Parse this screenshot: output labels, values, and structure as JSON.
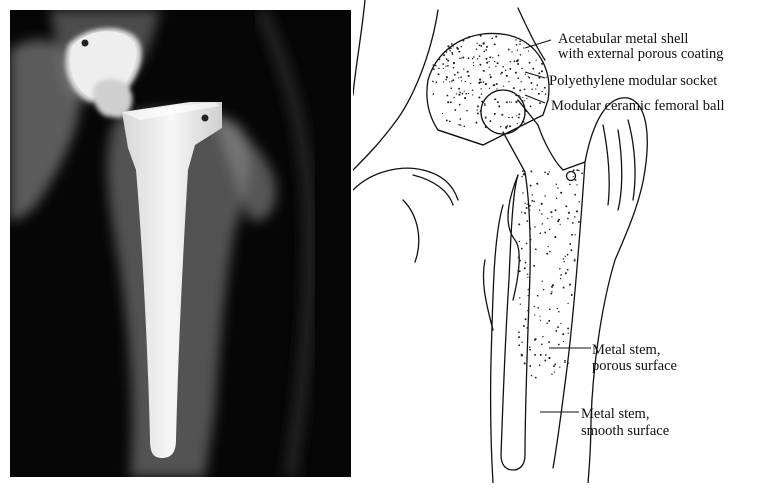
{
  "labels": {
    "acetabular_shell_line1": "Acetabular metal shell",
    "acetabular_shell_line2": "with external porous coating",
    "polyethylene_socket": "Polyethylene modular socket",
    "ceramic_ball": "Modular ceramic femoral ball",
    "porous_stem_line1": "Metal stem,",
    "porous_stem_line2": "porous surface",
    "smooth_stem_line1": "Metal stem,",
    "smooth_stem_line2": "smooth surface"
  }
}
